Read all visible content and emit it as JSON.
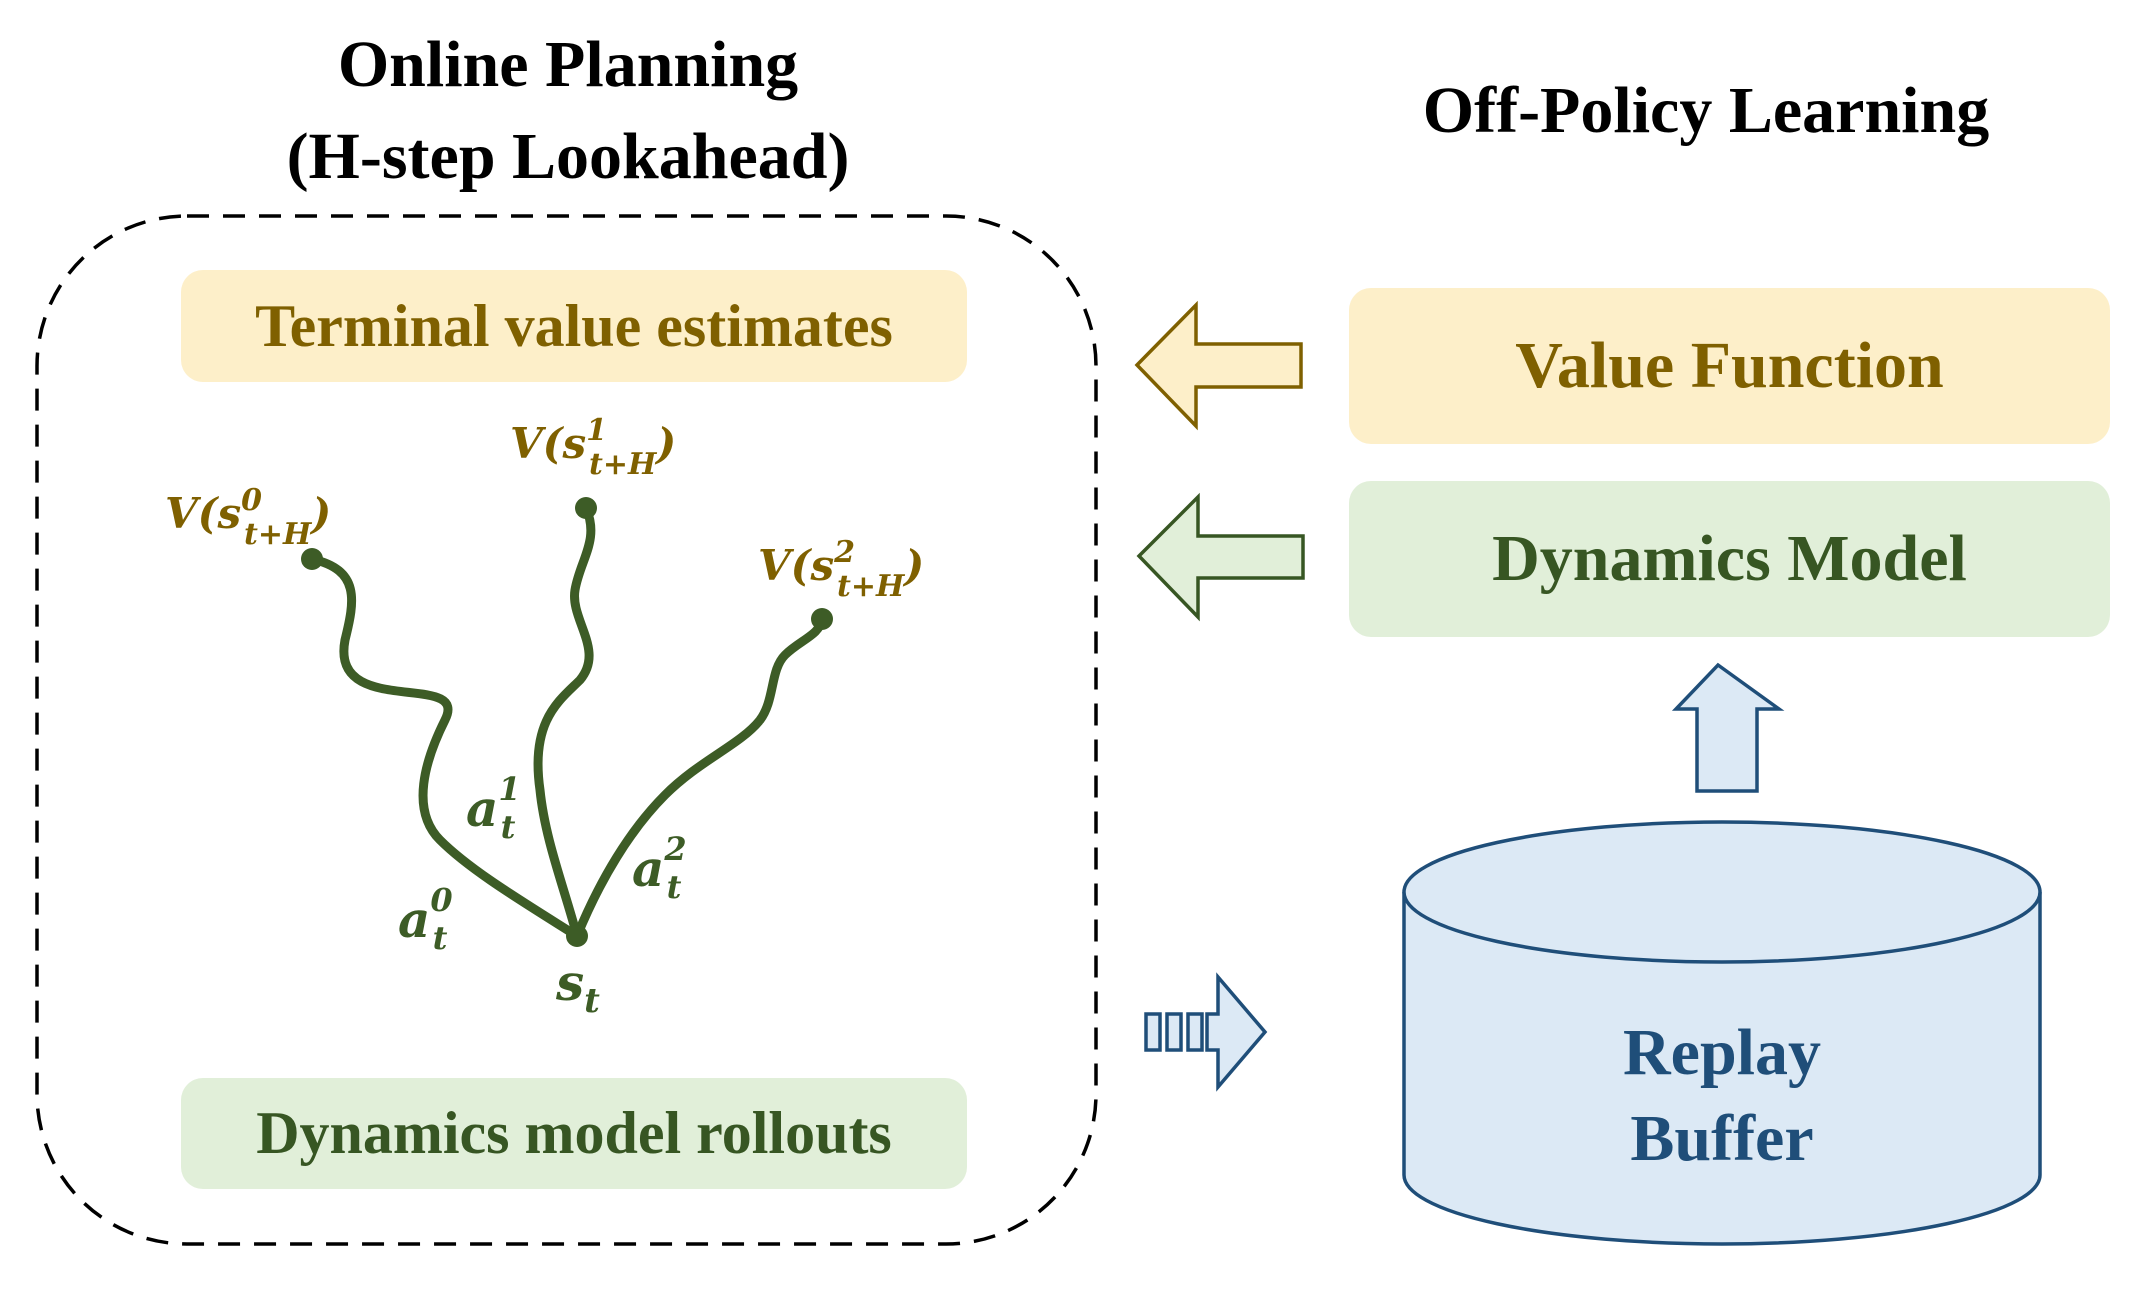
{
  "colors": {
    "value_text": "#7f6000",
    "value_fill": "#fdefc9",
    "dynamics_text": "#375623",
    "dynamics_fill": "#e1efd9",
    "buffer_stroke": "#1f4e79",
    "buffer_fill": "#dce9f5",
    "tree_line": "#3d5c26"
  },
  "left_panel": {
    "title_line1": "Online Planning",
    "title_line2": "(H-step Lookahead)",
    "terminal_label": "Terminal value estimates",
    "rollouts_label": "Dynamics model rollouts",
    "tree": {
      "root": {
        "symbol": "s",
        "subscript": "t"
      },
      "branches": [
        {
          "action": "a",
          "action_sup": "0",
          "action_sub": "t",
          "value": "V(s",
          "value_sup": "0",
          "value_sub": "t+H",
          "value_close": ")"
        },
        {
          "action": "a",
          "action_sup": "1",
          "action_sub": "t",
          "value": "V(s",
          "value_sup": "1",
          "value_sub": "t+H",
          "value_close": ")"
        },
        {
          "action": "a",
          "action_sup": "2",
          "action_sub": "t",
          "value": "V(s",
          "value_sup": "2",
          "value_sub": "t+H",
          "value_close": ")"
        }
      ]
    }
  },
  "right_panel": {
    "title": "Off-Policy Learning",
    "value_function_label": "Value Function",
    "dynamics_model_label": "Dynamics Model",
    "buffer_line1": "Replay",
    "buffer_line2": "Buffer"
  }
}
